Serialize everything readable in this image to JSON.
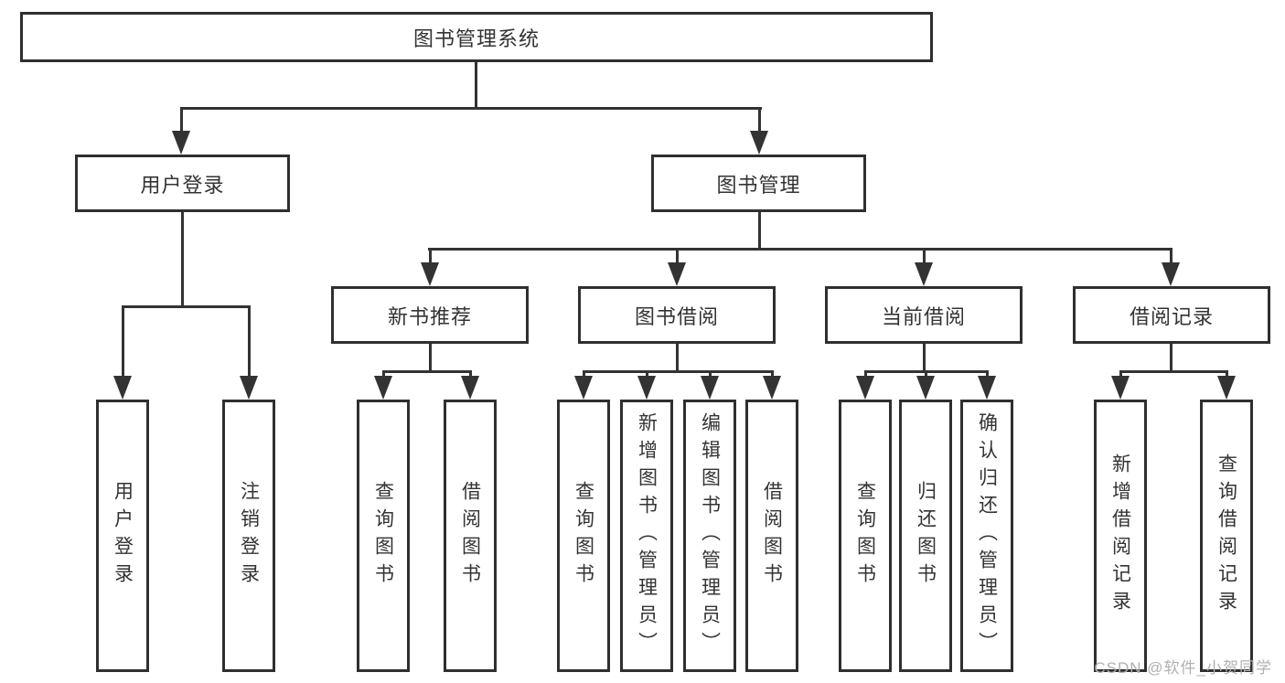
{
  "watermark": "CSDN @软件_小贺同学",
  "colors": {
    "background": "#ffffff",
    "line": "#333333",
    "border": "#2f2f2f",
    "text": "#333333",
    "watermark": "#b0b0b0"
  },
  "tree": {
    "root": {
      "label": "图书管理系统"
    },
    "branches": [
      {
        "label": "用户登录",
        "children": [
          {
            "label": "用户登录"
          },
          {
            "label": "注销登录"
          }
        ]
      },
      {
        "label": "图书管理",
        "children": [
          {
            "label": "新书推荐",
            "children": [
              {
                "label": "查询图书"
              },
              {
                "label": "借阅图书"
              }
            ]
          },
          {
            "label": "图书借阅",
            "children": [
              {
                "label": "查询图书"
              },
              {
                "label": "新增图书（管理员）"
              },
              {
                "label": "编辑图书（管理员）"
              },
              {
                "label": "借阅图书"
              }
            ]
          },
          {
            "label": "当前借阅",
            "children": [
              {
                "label": "查询图书"
              },
              {
                "label": "归还图书"
              },
              {
                "label": "确认归还（管理员）"
              }
            ]
          },
          {
            "label": "借阅记录",
            "children": [
              {
                "label": "新增借阅记录"
              },
              {
                "label": "查询借阅记录"
              }
            ]
          }
        ]
      }
    ]
  }
}
